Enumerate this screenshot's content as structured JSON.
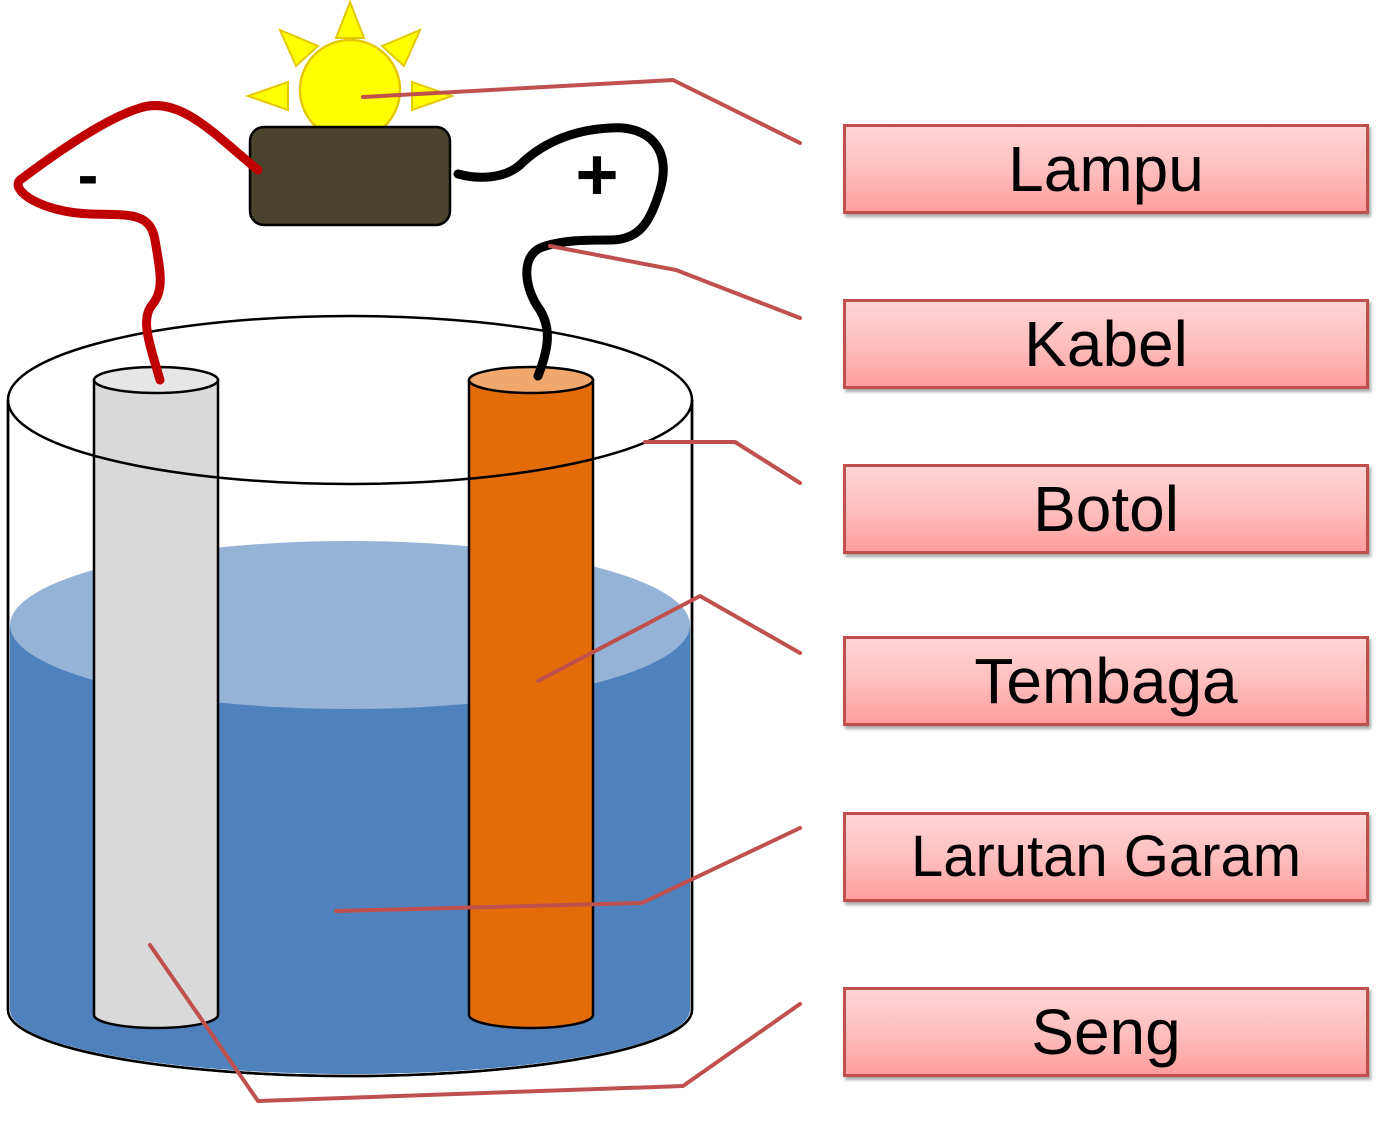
{
  "diagram": {
    "colors": {
      "leader_line": "#c0504d",
      "label_border": "#c0504d",
      "label_fill": "#ffbcbc",
      "solution_front": "#4f81bd",
      "solution_surface": "#95b3d7",
      "zinc_rod": "#d9d9d9",
      "copper_rod": "#e36c09",
      "copper_top": "#f0a86e",
      "lamp_body": "#4a432d",
      "bulb": "#ffff00",
      "red_wire": "#c00000",
      "black_wire": "#000000"
    },
    "terminals": {
      "negative": "-",
      "positive": "+"
    },
    "labels": [
      {
        "id": "lamp",
        "text": "Lampu"
      },
      {
        "id": "cable",
        "text": "Kabel"
      },
      {
        "id": "bottle",
        "text": "Botol"
      },
      {
        "id": "copper",
        "text": "Tembaga"
      },
      {
        "id": "salt-solution",
        "text": "Larutan Garam"
      },
      {
        "id": "zinc",
        "text": "Seng"
      }
    ]
  }
}
